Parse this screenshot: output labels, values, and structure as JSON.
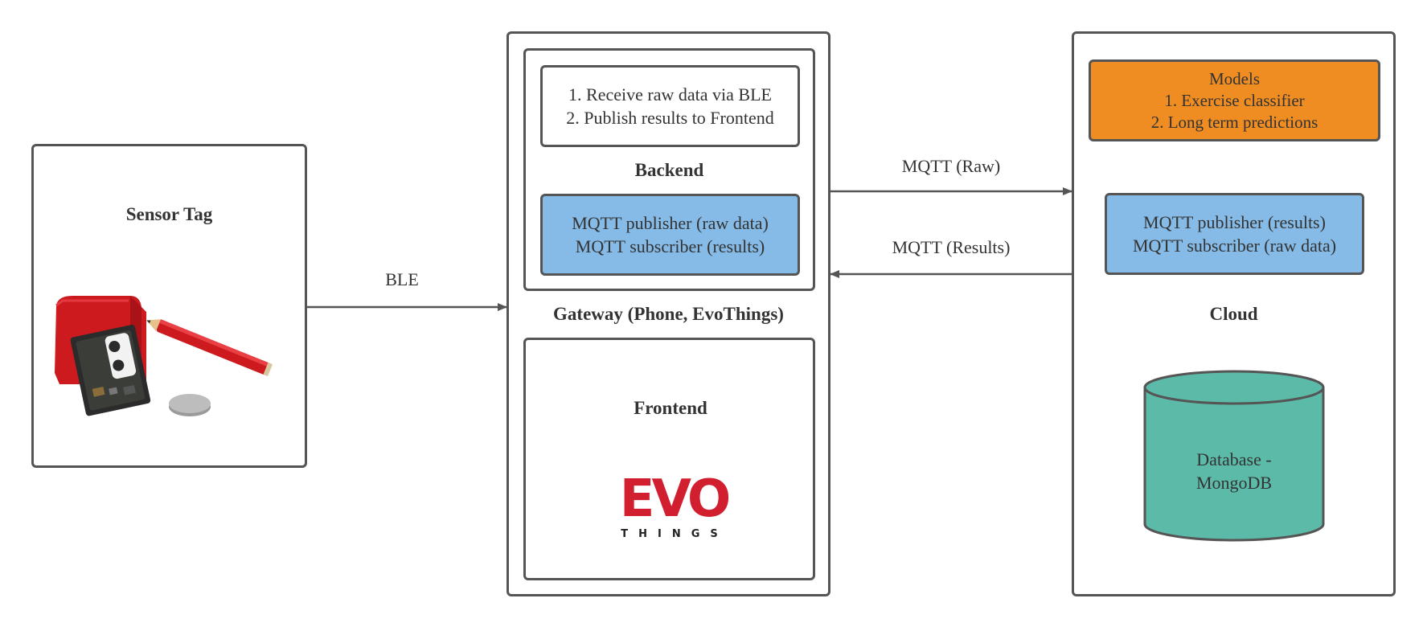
{
  "sensor": {
    "title": "Sensor Tag"
  },
  "gateway": {
    "title": "Gateway (Phone, EvoThings)",
    "backend": {
      "title": "Backend",
      "steps": [
        "1. Receive raw data via BLE",
        "2. Publish results to Frontend"
      ],
      "mqtt": [
        "MQTT publisher (raw data)",
        "MQTT subscriber (results)"
      ]
    },
    "frontend": {
      "title": "Frontend",
      "logo_text": "EVO",
      "logo_sub": "THINGS"
    }
  },
  "cloud": {
    "title": "Cloud",
    "models": [
      "Models",
      "1. Exercise classifier",
      "2. Long term predictions"
    ],
    "mqtt": [
      "MQTT publisher (results)",
      "MQTT subscriber (raw data)"
    ],
    "database": [
      "Database -",
      "MongoDB"
    ]
  },
  "connections": {
    "ble": "BLE",
    "mqtt_raw": "MQTT (Raw)",
    "mqtt_results": "MQTT (Results)"
  },
  "colors": {
    "border": "#555555",
    "mqtt_fill": "#85bbe6",
    "models_fill": "#ef8c22",
    "database_fill": "#5cbba8",
    "evo_red": "#d21f2f",
    "sensor_red": "#cc1a1f"
  }
}
